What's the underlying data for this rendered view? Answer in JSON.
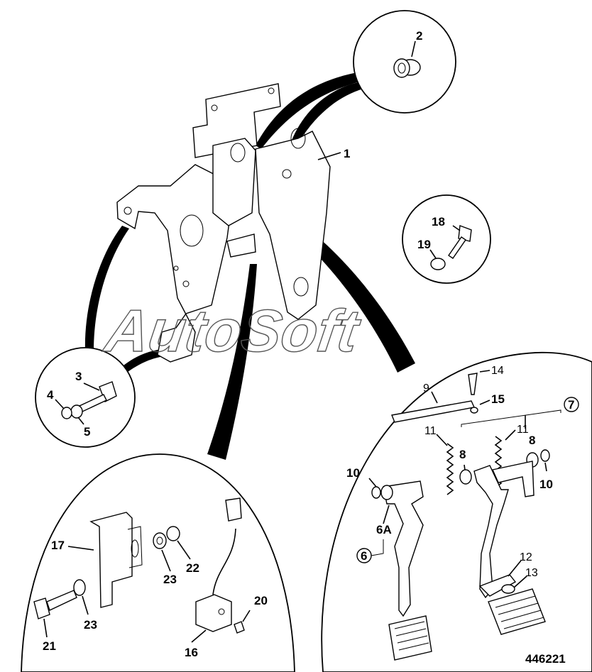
{
  "watermark": "AutoSoft",
  "reference_number": "446221",
  "labels": {
    "p1": "1",
    "p2": "2",
    "p3": "3",
    "p4": "4",
    "p5": "5",
    "p6": "6",
    "p6a": "6A",
    "p7": "7",
    "p8a": "8",
    "p8b": "8",
    "p9": "9",
    "p10a": "10",
    "p10b": "10",
    "p11a": "11",
    "p11b": "11",
    "p12": "12",
    "p13": "13",
    "p14": "14",
    "p15": "15",
    "p16": "16",
    "p17": "17",
    "p18": "18",
    "p19": "19",
    "p20": "20",
    "p21": "21",
    "p22": "22",
    "p23a": "23",
    "p23b": "23"
  }
}
